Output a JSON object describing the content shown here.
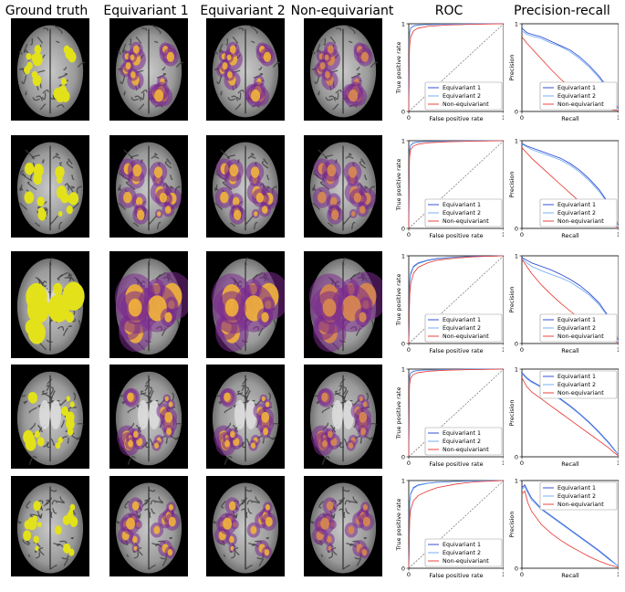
{
  "column_titles": [
    "Ground truth",
    "Equivariant 1",
    "Equivariant 2",
    "Non-equivariant",
    "ROC",
    "Precision-recall"
  ],
  "colors": {
    "equivariant_1": "#1f3fd1",
    "equivariant_2": "#6aa6f0",
    "non_equivariant": "#e8322b",
    "lesion_yellow": "#e3e21a",
    "prob_purple": "#7a2a8c",
    "prob_orange": "#f2b33a"
  },
  "roc": {
    "xlabel": "False positive rate",
    "ylabel": "True positive rate",
    "xticks": [
      "0",
      "1"
    ],
    "yticks": [
      "0",
      "1"
    ]
  },
  "pr": {
    "xlabel": "Recall",
    "ylabel": "Precision",
    "xticks": [
      "0",
      "1"
    ],
    "yticks": [
      "0",
      "1"
    ]
  },
  "legend_labels": [
    "Equivariant 1",
    "Equivariant 2",
    "Non-equivariant"
  ],
  "chart_data": [
    {
      "type": "line",
      "title": "ROC",
      "row": 1,
      "xlabel": "False positive rate",
      "ylabel": "True positive rate",
      "xlim": [
        0,
        1
      ],
      "ylim": [
        0,
        1
      ],
      "legend": "bottom-right",
      "series": [
        {
          "name": "Equivariant 1",
          "x": [
            0,
            0.005,
            0.01,
            0.02,
            0.05,
            0.1,
            0.2,
            0.4,
            0.7,
            1
          ],
          "y": [
            0,
            0.8,
            0.9,
            0.95,
            0.975,
            0.985,
            0.99,
            0.995,
            0.998,
            1
          ]
        },
        {
          "name": "Equivariant 2",
          "x": [
            0,
            0.005,
            0.01,
            0.02,
            0.05,
            0.1,
            0.2,
            0.4,
            0.7,
            1
          ],
          "y": [
            0,
            0.78,
            0.89,
            0.945,
            0.972,
            0.983,
            0.99,
            0.995,
            0.998,
            1
          ]
        },
        {
          "name": "Non-equivariant",
          "x": [
            0,
            0.005,
            0.01,
            0.02,
            0.05,
            0.1,
            0.2,
            0.4,
            0.7,
            1
          ],
          "y": [
            0,
            0.6,
            0.75,
            0.85,
            0.92,
            0.95,
            0.97,
            0.985,
            0.995,
            1
          ]
        }
      ]
    },
    {
      "type": "line",
      "title": "Precision-recall",
      "row": 1,
      "xlabel": "Recall",
      "ylabel": "Precision",
      "xlim": [
        0,
        1
      ],
      "ylim": [
        0,
        1
      ],
      "legend": "bottom-right",
      "series": [
        {
          "name": "Equivariant 1",
          "x": [
            0,
            0.05,
            0.1,
            0.2,
            0.3,
            0.4,
            0.5,
            0.6,
            0.7,
            0.8,
            0.9,
            0.95,
            1
          ],
          "y": [
            0.95,
            0.9,
            0.88,
            0.85,
            0.8,
            0.75,
            0.7,
            0.62,
            0.52,
            0.4,
            0.25,
            0.14,
            0.02
          ]
        },
        {
          "name": "Equivariant 2",
          "x": [
            0,
            0.05,
            0.1,
            0.2,
            0.3,
            0.4,
            0.5,
            0.6,
            0.7,
            0.8,
            0.9,
            0.95,
            1
          ],
          "y": [
            0.92,
            0.88,
            0.86,
            0.83,
            0.78,
            0.74,
            0.68,
            0.6,
            0.5,
            0.38,
            0.24,
            0.13,
            0.02
          ]
        },
        {
          "name": "Non-equivariant",
          "x": [
            0,
            0.05,
            0.1,
            0.2,
            0.3,
            0.4,
            0.5,
            0.6,
            0.7,
            0.8,
            0.9,
            0.95,
            1
          ],
          "y": [
            0.85,
            0.78,
            0.72,
            0.6,
            0.48,
            0.37,
            0.27,
            0.18,
            0.11,
            0.06,
            0.03,
            0.015,
            0.01
          ]
        }
      ]
    },
    {
      "type": "line",
      "title": "ROC",
      "row": 2,
      "xlabel": "False positive rate",
      "ylabel": "True positive rate",
      "xlim": [
        0,
        1
      ],
      "ylim": [
        0,
        1
      ],
      "legend": "bottom-right",
      "series": [
        {
          "name": "Equivariant 1",
          "x": [
            0,
            0.005,
            0.01,
            0.02,
            0.05,
            0.1,
            0.2,
            0.4,
            0.7,
            1
          ],
          "y": [
            0,
            0.82,
            0.9,
            0.95,
            0.975,
            0.985,
            0.99,
            0.995,
            0.998,
            1
          ]
        },
        {
          "name": "Equivariant 2",
          "x": [
            0,
            0.005,
            0.01,
            0.02,
            0.05,
            0.1,
            0.2,
            0.4,
            0.7,
            1
          ],
          "y": [
            0,
            0.8,
            0.89,
            0.945,
            0.972,
            0.983,
            0.99,
            0.995,
            0.998,
            1
          ]
        },
        {
          "name": "Non-equivariant",
          "x": [
            0,
            0.005,
            0.01,
            0.02,
            0.05,
            0.1,
            0.2,
            0.4,
            0.7,
            1
          ],
          "y": [
            0,
            0.7,
            0.82,
            0.9,
            0.94,
            0.96,
            0.975,
            0.988,
            0.995,
            1
          ]
        }
      ]
    },
    {
      "type": "line",
      "title": "Precision-recall",
      "row": 2,
      "xlabel": "Recall",
      "ylabel": "Precision",
      "xlim": [
        0,
        1
      ],
      "ylim": [
        0,
        1
      ],
      "legend": "bottom-right",
      "series": [
        {
          "name": "Equivariant 1",
          "x": [
            0,
            0.05,
            0.1,
            0.2,
            0.3,
            0.4,
            0.5,
            0.6,
            0.7,
            0.8,
            0.9,
            0.95,
            1
          ],
          "y": [
            0.97,
            0.94,
            0.92,
            0.88,
            0.84,
            0.8,
            0.74,
            0.66,
            0.56,
            0.44,
            0.28,
            0.16,
            0.02
          ]
        },
        {
          "name": "Equivariant 2",
          "x": [
            0,
            0.05,
            0.1,
            0.2,
            0.3,
            0.4,
            0.5,
            0.6,
            0.7,
            0.8,
            0.9,
            0.95,
            1
          ],
          "y": [
            0.96,
            0.93,
            0.9,
            0.86,
            0.82,
            0.78,
            0.72,
            0.64,
            0.54,
            0.42,
            0.27,
            0.15,
            0.02
          ]
        },
        {
          "name": "Non-equivariant",
          "x": [
            0,
            0.05,
            0.1,
            0.2,
            0.3,
            0.4,
            0.5,
            0.6,
            0.7,
            0.8,
            0.9,
            0.95,
            1
          ],
          "y": [
            0.92,
            0.86,
            0.8,
            0.7,
            0.6,
            0.5,
            0.4,
            0.3,
            0.21,
            0.13,
            0.06,
            0.03,
            0.01
          ]
        }
      ]
    },
    {
      "type": "line",
      "title": "ROC",
      "row": 3,
      "xlabel": "False positive rate",
      "ylabel": "True positive rate",
      "xlim": [
        0,
        1
      ],
      "ylim": [
        0,
        1
      ],
      "legend": "bottom-right",
      "series": [
        {
          "name": "Equivariant 1",
          "x": [
            0,
            0.01,
            0.02,
            0.05,
            0.1,
            0.2,
            0.3,
            0.5,
            0.7,
            1
          ],
          "y": [
            0,
            0.7,
            0.8,
            0.88,
            0.92,
            0.95,
            0.97,
            0.985,
            0.993,
            1
          ]
        },
        {
          "name": "Equivariant 2",
          "x": [
            0,
            0.01,
            0.02,
            0.05,
            0.1,
            0.2,
            0.3,
            0.5,
            0.7,
            1
          ],
          "y": [
            0,
            0.68,
            0.78,
            0.87,
            0.91,
            0.945,
            0.965,
            0.983,
            0.992,
            1
          ]
        },
        {
          "name": "Non-equivariant",
          "x": [
            0,
            0.01,
            0.02,
            0.05,
            0.1,
            0.2,
            0.3,
            0.5,
            0.7,
            1
          ],
          "y": [
            0,
            0.55,
            0.68,
            0.8,
            0.87,
            0.92,
            0.95,
            0.975,
            0.99,
            1
          ]
        }
      ]
    },
    {
      "type": "line",
      "title": "Precision-recall",
      "row": 3,
      "xlabel": "Recall",
      "ylabel": "Precision",
      "xlim": [
        0,
        1
      ],
      "ylim": [
        0,
        1
      ],
      "legend": "bottom-right",
      "series": [
        {
          "name": "Equivariant 1",
          "x": [
            0,
            0.05,
            0.1,
            0.2,
            0.3,
            0.4,
            0.5,
            0.6,
            0.7,
            0.8,
            0.9,
            0.95,
            1
          ],
          "y": [
            0.98,
            0.95,
            0.92,
            0.88,
            0.84,
            0.79,
            0.73,
            0.66,
            0.57,
            0.46,
            0.3,
            0.17,
            0.02
          ]
        },
        {
          "name": "Equivariant 2",
          "x": [
            0,
            0.05,
            0.1,
            0.2,
            0.3,
            0.4,
            0.5,
            0.6,
            0.7,
            0.8,
            0.9,
            0.95,
            1
          ],
          "y": [
            0.97,
            0.92,
            0.88,
            0.83,
            0.79,
            0.75,
            0.7,
            0.63,
            0.55,
            0.44,
            0.29,
            0.16,
            0.02
          ]
        },
        {
          "name": "Non-equivariant",
          "x": [
            0,
            0.05,
            0.1,
            0.2,
            0.3,
            0.4,
            0.5,
            0.6,
            0.7,
            0.8,
            0.9,
            0.95,
            1
          ],
          "y": [
            0.96,
            0.88,
            0.8,
            0.67,
            0.56,
            0.46,
            0.37,
            0.28,
            0.2,
            0.12,
            0.06,
            0.03,
            0.01
          ]
        }
      ]
    },
    {
      "type": "line",
      "title": "ROC",
      "row": 4,
      "xlabel": "False positive rate",
      "ylabel": "True positive rate",
      "xlim": [
        0,
        1
      ],
      "ylim": [
        0,
        1
      ],
      "legend": "bottom-right",
      "series": [
        {
          "name": "Equivariant 1",
          "x": [
            0,
            0.005,
            0.01,
            0.02,
            0.05,
            0.1,
            0.2,
            0.4,
            0.7,
            1
          ],
          "y": [
            0,
            0.85,
            0.92,
            0.955,
            0.975,
            0.985,
            0.99,
            0.995,
            0.998,
            1
          ]
        },
        {
          "name": "Equivariant 2",
          "x": [
            0,
            0.005,
            0.01,
            0.02,
            0.05,
            0.1,
            0.2,
            0.4,
            0.7,
            1
          ],
          "y": [
            0,
            0.83,
            0.91,
            0.95,
            0.972,
            0.983,
            0.99,
            0.995,
            0.998,
            1
          ]
        },
        {
          "name": "Non-equivariant",
          "x": [
            0,
            0.005,
            0.01,
            0.02,
            0.05,
            0.1,
            0.2,
            0.4,
            0.7,
            1
          ],
          "y": [
            0,
            0.72,
            0.83,
            0.9,
            0.94,
            0.96,
            0.975,
            0.988,
            0.995,
            1
          ]
        }
      ]
    },
    {
      "type": "line",
      "title": "Precision-recall",
      "row": 4,
      "xlabel": "Recall",
      "ylabel": "Precision",
      "xlim": [
        0,
        1
      ],
      "ylim": [
        0,
        1
      ],
      "legend": "top-right",
      "series": [
        {
          "name": "Equivariant 1",
          "x": [
            0,
            0.05,
            0.1,
            0.2,
            0.3,
            0.4,
            0.5,
            0.6,
            0.7,
            0.8,
            0.9,
            0.95,
            1
          ],
          "y": [
            0.96,
            0.9,
            0.86,
            0.8,
            0.73,
            0.66,
            0.58,
            0.49,
            0.39,
            0.28,
            0.16,
            0.09,
            0.02
          ]
        },
        {
          "name": "Equivariant 2",
          "x": [
            0,
            0.05,
            0.1,
            0.2,
            0.3,
            0.4,
            0.5,
            0.6,
            0.7,
            0.8,
            0.9,
            0.95,
            1
          ],
          "y": [
            0.95,
            0.89,
            0.85,
            0.79,
            0.72,
            0.65,
            0.57,
            0.48,
            0.38,
            0.27,
            0.15,
            0.08,
            0.02
          ]
        },
        {
          "name": "Non-equivariant",
          "x": [
            0,
            0.05,
            0.1,
            0.2,
            0.3,
            0.4,
            0.5,
            0.6,
            0.7,
            0.8,
            0.9,
            0.95,
            1
          ],
          "y": [
            0.9,
            0.8,
            0.74,
            0.66,
            0.58,
            0.5,
            0.42,
            0.34,
            0.26,
            0.18,
            0.1,
            0.05,
            0.01
          ]
        }
      ]
    },
    {
      "type": "line",
      "title": "ROC",
      "row": 5,
      "xlabel": "False positive rate",
      "ylabel": "True positive rate",
      "xlim": [
        0,
        1
      ],
      "ylim": [
        0,
        1
      ],
      "legend": "bottom-right",
      "series": [
        {
          "name": "Equivariant 1",
          "x": [
            0,
            0.01,
            0.02,
            0.05,
            0.1,
            0.2,
            0.3,
            0.5,
            0.7,
            1
          ],
          "y": [
            0,
            0.75,
            0.85,
            0.92,
            0.95,
            0.97,
            0.98,
            0.99,
            0.995,
            1
          ]
        },
        {
          "name": "Equivariant 2",
          "x": [
            0,
            0.01,
            0.02,
            0.05,
            0.1,
            0.2,
            0.3,
            0.5,
            0.7,
            1
          ],
          "y": [
            0,
            0.73,
            0.84,
            0.91,
            0.945,
            0.968,
            0.978,
            0.99,
            0.995,
            1
          ]
        },
        {
          "name": "Non-equivariant",
          "x": [
            0,
            0.01,
            0.02,
            0.05,
            0.1,
            0.2,
            0.3,
            0.5,
            0.7,
            1
          ],
          "y": [
            0,
            0.55,
            0.67,
            0.77,
            0.83,
            0.88,
            0.92,
            0.96,
            0.985,
            1
          ]
        }
      ]
    },
    {
      "type": "line",
      "title": "Precision-recall",
      "row": 5,
      "xlabel": "Recall",
      "ylabel": "Precision",
      "xlim": [
        0,
        1
      ],
      "ylim": [
        0,
        1
      ],
      "legend": "top-right",
      "series": [
        {
          "name": "Equivariant 1",
          "x": [
            0,
            0.03,
            0.06,
            0.1,
            0.2,
            0.3,
            0.4,
            0.5,
            0.6,
            0.7,
            0.8,
            0.9,
            1
          ],
          "y": [
            0.92,
            0.95,
            0.88,
            0.8,
            0.68,
            0.6,
            0.52,
            0.44,
            0.36,
            0.28,
            0.2,
            0.11,
            0.02
          ]
        },
        {
          "name": "Equivariant 2",
          "x": [
            0,
            0.03,
            0.06,
            0.1,
            0.2,
            0.3,
            0.4,
            0.5,
            0.6,
            0.7,
            0.8,
            0.9,
            1
          ],
          "y": [
            0.9,
            0.93,
            0.86,
            0.78,
            0.67,
            0.59,
            0.51,
            0.43,
            0.35,
            0.27,
            0.19,
            0.1,
            0.02
          ]
        },
        {
          "name": "Non-equivariant",
          "x": [
            0,
            0.03,
            0.06,
            0.1,
            0.2,
            0.3,
            0.4,
            0.5,
            0.6,
            0.7,
            0.8,
            0.9,
            1
          ],
          "y": [
            0.85,
            0.88,
            0.75,
            0.65,
            0.5,
            0.4,
            0.32,
            0.25,
            0.19,
            0.13,
            0.08,
            0.04,
            0.01
          ]
        }
      ]
    }
  ]
}
